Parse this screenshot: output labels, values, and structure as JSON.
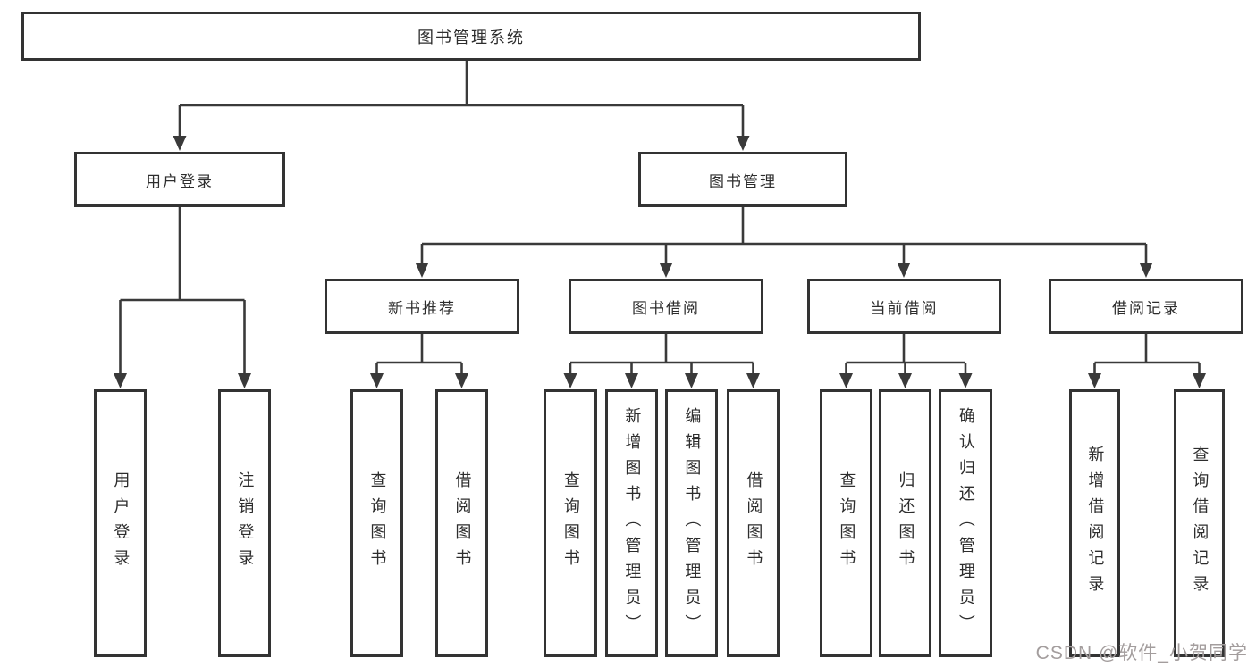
{
  "diagram": {
    "root": "图书管理系统",
    "level2": {
      "user_login": "用户登录",
      "book_management": "图书管理"
    },
    "level3": {
      "new_book": "新书推荐",
      "book_borrow": "图书借阅",
      "current_borrow": "当前借阅",
      "borrow_records": "借阅记录"
    },
    "leaves": {
      "user_login": [
        "用户登录",
        "注销登录"
      ],
      "new_book": [
        "查询图书",
        "借阅图书"
      ],
      "book_borrow": [
        "查询图书",
        "新增图书（管理员）",
        "编辑图书（管理员）",
        "借阅图书"
      ],
      "current_borrow": [
        "查询图书",
        "归还图书",
        "确认归还（管理员）"
      ],
      "borrow_records": [
        "新增借阅记录",
        "查询借阅记录"
      ]
    },
    "watermark": "CSDN @软件_小贺同学",
    "colors": {
      "line": "#3a3a3a",
      "box_border": "#333333",
      "text": "#2d2d2d",
      "watermark_text": "#a39d9d",
      "background": "#ffffff"
    }
  }
}
